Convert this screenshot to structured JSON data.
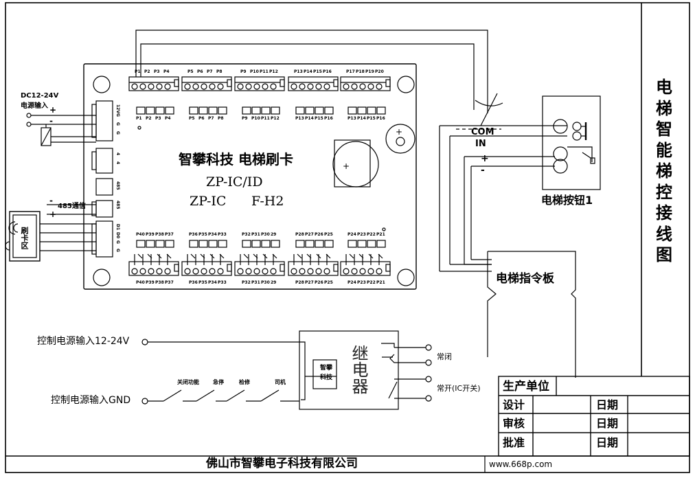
{
  "sheet": {
    "vertical_title": [
      "电",
      "梯",
      "智",
      "能",
      "梯",
      "控",
      "接",
      "线",
      "图"
    ],
    "company_footer": "佛山市智攀电子科技有限公司",
    "website": "www.668p.com"
  },
  "board": {
    "title": "智攀科技 电梯刷卡",
    "model_line1": "ZP-IC/ID",
    "model_line2a": "ZP-IC",
    "model_line2b": "F-H2",
    "top_row1": [
      "P1",
      "P2",
      "P3",
      "P4",
      "P5",
      "P6",
      "P7",
      "P8",
      "P9",
      "P10",
      "P11",
      "P12",
      "P13",
      "P14",
      "P15",
      "P16",
      "P17",
      "P18",
      "P19",
      "P20"
    ],
    "top_row2": [
      "P1",
      "P2",
      "P3",
      "P4",
      "P5",
      "P6",
      "P7",
      "P8",
      "P9",
      "P10",
      "P11",
      "P12",
      "P13",
      "P14",
      "P15",
      "P16",
      "P13",
      "P14",
      "P15",
      "P16"
    ],
    "bottom_row": [
      "P40",
      "P39",
      "P38",
      "P37",
      "P36",
      "P35",
      "P34",
      "P33",
      "P32",
      "P31",
      "P30",
      "29",
      "P28",
      "P27",
      "P26",
      "P25",
      "P24",
      "P23",
      "P22",
      "P21"
    ],
    "left_pins_top": [
      "12V",
      "G",
      "G",
      "G"
    ],
    "left_pins_mid": [
      "4",
      "4"
    ],
    "left_pins_485": [
      "485",
      "485"
    ],
    "left_pins_card": [
      "D1",
      "D0",
      "G",
      "G"
    ]
  },
  "power": {
    "label_line1": "DC12-24V",
    "label_line2": "电源输入",
    "plus": "+",
    "minus": "-"
  },
  "rs485": {
    "label": "485通信",
    "minus": "-",
    "plus": "+"
  },
  "reader": {
    "label": "刷卡区"
  },
  "button_panel": {
    "com": "COM",
    "in": "IN",
    "plus": "+",
    "minus": "-",
    "label": "电梯按钮1"
  },
  "command_board": {
    "label": "电梯指令板"
  },
  "relay": {
    "ctrl_power_in": "控制电源输入12-24V",
    "ctrl_gnd_in": "控制电源输入GND",
    "switches": [
      "关闭功能",
      "急停",
      "检修",
      "司机"
    ],
    "box_label": [
      "智攀",
      "科技"
    ],
    "relay_text": "继电器",
    "normally_closed": "常闭",
    "normally_open": "常开(IC开关)"
  },
  "title_block": {
    "producer": "生产单位",
    "design": "设计",
    "review": "审核",
    "approve": "批准",
    "date": "日期"
  }
}
